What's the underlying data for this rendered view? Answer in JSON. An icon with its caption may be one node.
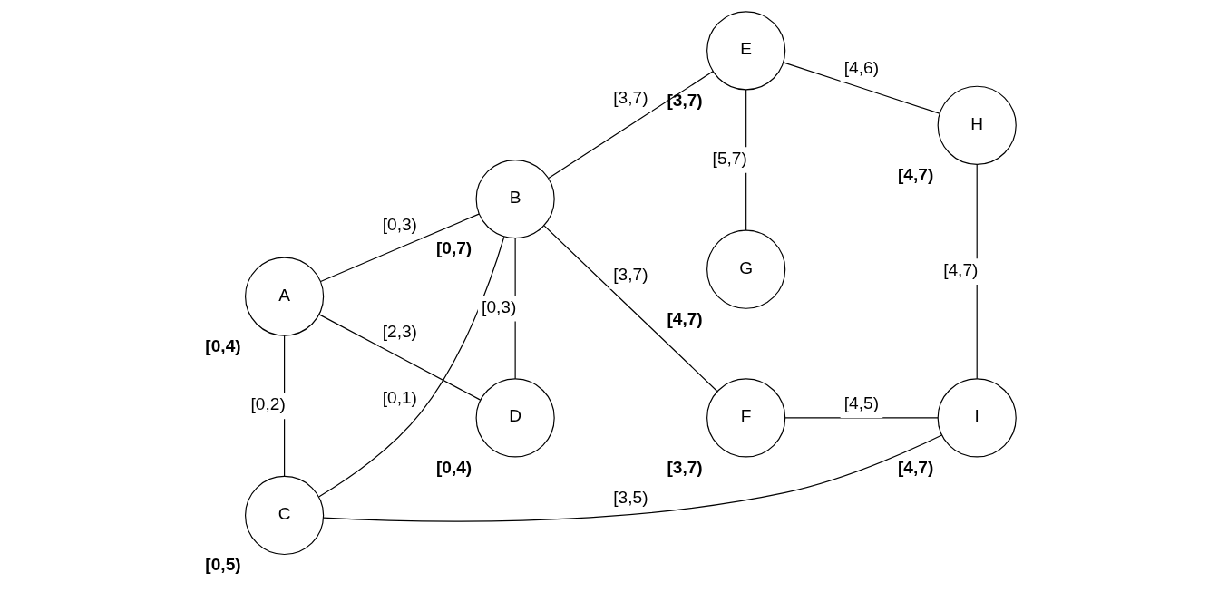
{
  "diagram": {
    "nodes": [
      {
        "text": [
          "A"
        ],
        "beside": [
          "[0,4)"
        ]
      },
      {
        "text": [
          "B"
        ],
        "beside": [
          "[0,7)"
        ]
      },
      {
        "text": [
          "E"
        ],
        "beside": [
          "[3,7)"
        ]
      },
      {
        "text": [
          "H"
        ],
        "beside": [
          "[4,7)"
        ]
      },
      {
        "text": [
          "G"
        ],
        "beside": [
          "[4,7)"
        ]
      },
      {
        "text": [
          "C"
        ],
        "beside": [
          "[0,5)"
        ]
      },
      {
        "text": [
          "D"
        ],
        "beside": [
          "[0,4)"
        ]
      },
      {
        "text": [
          "F"
        ],
        "beside": [
          "[3,7)"
        ]
      },
      {
        "text": [
          "I"
        ],
        "beside": [
          "[4,7)"
        ]
      }
    ],
    "edges": [
      {
        "from": 0,
        "to": 1,
        "arrow": "none",
        "label": "[0,3)"
      },
      {
        "from": 0,
        "to": 5,
        "arrow": "none",
        "label": "[0,2)"
      },
      {
        "from": 0,
        "to": 6,
        "arrow": "none",
        "label": "[2,3)"
      },
      {
        "from": 1,
        "to": 5,
        "arrow": "none",
        "label": "[0,1)"
      },
      {
        "from": 1,
        "to": 6,
        "arrow": "none",
        "label": "[0,3)"
      },
      {
        "from": 1,
        "to": 2,
        "arrow": "none",
        "label": "[3,7)"
      },
      {
        "from": 1,
        "to": 7,
        "arrow": "none",
        "label": "[3,7)"
      },
      {
        "from": 2,
        "to": 3,
        "arrow": "none",
        "label": "[4,6)"
      },
      {
        "from": 2,
        "to": 4,
        "arrow": "none",
        "label": "[5,7)"
      },
      {
        "from": 3,
        "to": 8,
        "arrow": "none",
        "label": "[4,7)"
      },
      {
        "from": 7,
        "to": 8,
        "arrow": "none",
        "label": "[4,5)"
      },
      {
        "from": 5,
        "to": 8,
        "arrow": "none",
        "label": "[3,5)"
      }
    ]
  }
}
